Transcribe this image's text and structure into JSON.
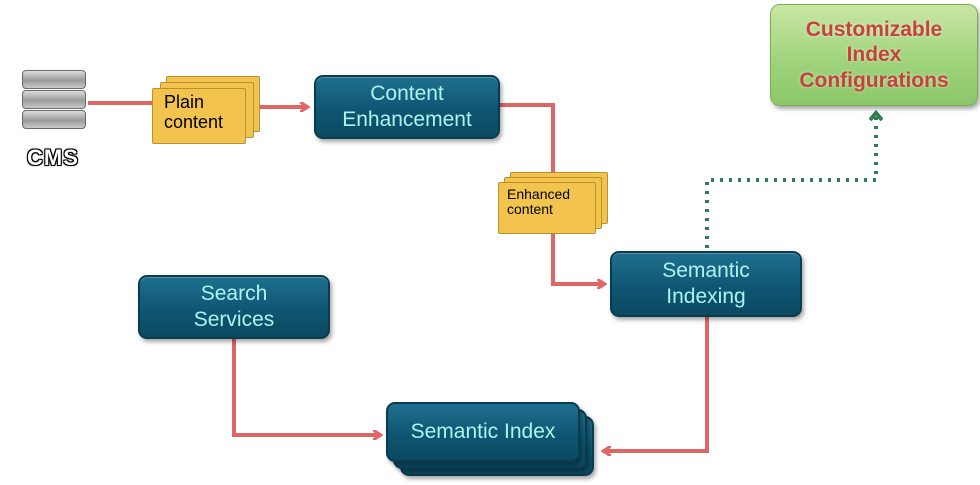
{
  "nodes": {
    "cms": {
      "label": "CMS"
    },
    "plain_content": {
      "label_line1": "Plain",
      "label_line2": "content"
    },
    "content_enhancement": {
      "label_line1": "Content",
      "label_line2": "Enhancement"
    },
    "enhanced_content": {
      "label_line1": "Enhanced",
      "label_line2": "content"
    },
    "semantic_indexing": {
      "label_line1": "Semantic",
      "label_line2": "Indexing"
    },
    "customizable_index": {
      "label_line1": "Customizable",
      "label_line2": "Index",
      "label_line3": "Configurations"
    },
    "search_services": {
      "label_line1": "Search",
      "label_line2": "Services"
    },
    "semantic_index": {
      "label": "Semantic Index"
    }
  },
  "colors": {
    "arrow": "#e06666",
    "dotted_arrow": "#2e7d55",
    "box_fill": "#0f5673",
    "box_text": "#aaf5f0",
    "doc_fill": "#f2c44e",
    "config_fill": "#9dd27a",
    "config_text": "#c8413b"
  },
  "edges": [
    {
      "from": "cms",
      "to": "plain_content",
      "style": "solid"
    },
    {
      "from": "plain_content",
      "to": "content_enhancement",
      "style": "solid-arrow"
    },
    {
      "from": "content_enhancement",
      "to": "enhanced_content",
      "style": "solid"
    },
    {
      "from": "enhanced_content",
      "to": "semantic_indexing",
      "style": "solid-arrow"
    },
    {
      "from": "semantic_indexing",
      "to": "customizable_index",
      "style": "dotted-arrow"
    },
    {
      "from": "semantic_indexing",
      "to": "semantic_index",
      "style": "solid-arrow"
    },
    {
      "from": "search_services",
      "to": "semantic_index",
      "style": "solid-arrow"
    }
  ]
}
